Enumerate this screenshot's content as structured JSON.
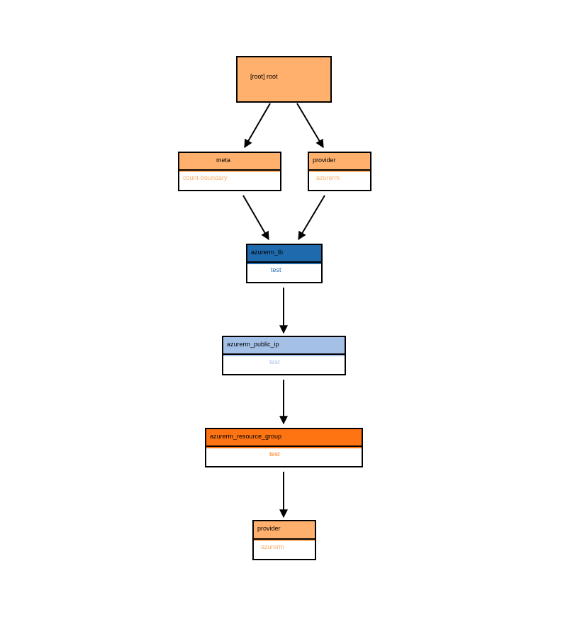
{
  "colors": {
    "root": "#ffb06c",
    "meta": "#ffb06c",
    "provider": "#ffb06c",
    "azurerm_lb": "#1f6aad",
    "azurerm_public_ip": "#a5c0e6",
    "azurerm_resource_group": "#ff7412",
    "edge": "#000000"
  },
  "nodes": {
    "root": {
      "label": "[root] root"
    },
    "meta": {
      "type": "meta",
      "name": "count-boundary"
    },
    "provider_top": {
      "type": "provider",
      "name": "azurerm"
    },
    "lb": {
      "type": "azurerm_lb",
      "name": "test"
    },
    "public_ip": {
      "type": "azurerm_public_ip",
      "name": "test"
    },
    "resource_group": {
      "type": "azurerm_resource_group",
      "name": "test"
    },
    "provider_bottom": {
      "type": "provider",
      "name": "azurerm"
    }
  },
  "edges": [
    {
      "from": "root",
      "to": "meta"
    },
    {
      "from": "root",
      "to": "provider_top"
    },
    {
      "from": "meta",
      "to": "lb"
    },
    {
      "from": "provider_top",
      "to": "lb"
    },
    {
      "from": "lb",
      "to": "public_ip"
    },
    {
      "from": "public_ip",
      "to": "resource_group"
    },
    {
      "from": "resource_group",
      "to": "provider_bottom"
    }
  ]
}
